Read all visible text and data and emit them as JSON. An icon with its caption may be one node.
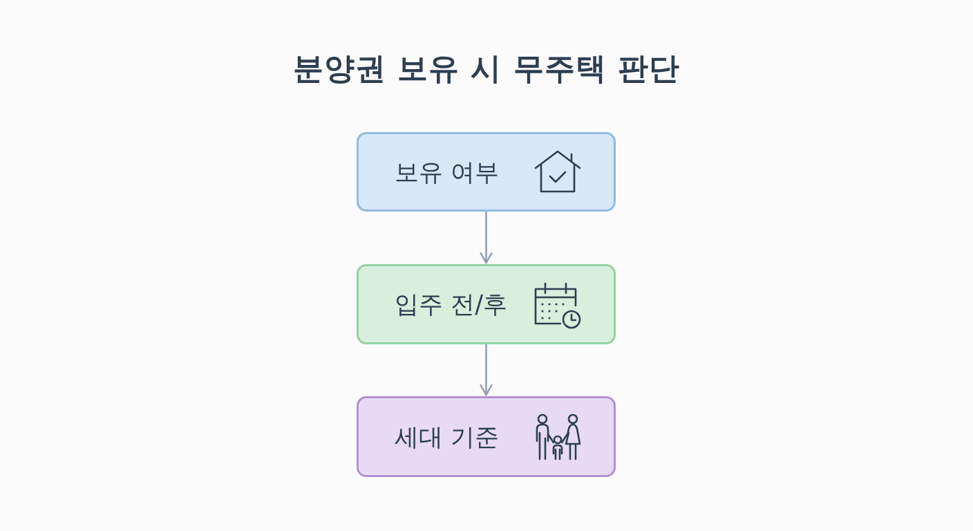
{
  "diagram": {
    "title": "분양권 보유 시 무주택 판단",
    "nodes": [
      {
        "text": [
          "보유 여부"
        ]
      },
      {
        "text": [
          "입주 전/후"
        ]
      },
      {
        "text": [
          "세대 기준"
        ]
      }
    ],
    "edges": [
      {
        "from": 0,
        "to": 1,
        "arrow": "to"
      },
      {
        "from": 1,
        "to": 2,
        "arrow": "to"
      }
    ]
  }
}
